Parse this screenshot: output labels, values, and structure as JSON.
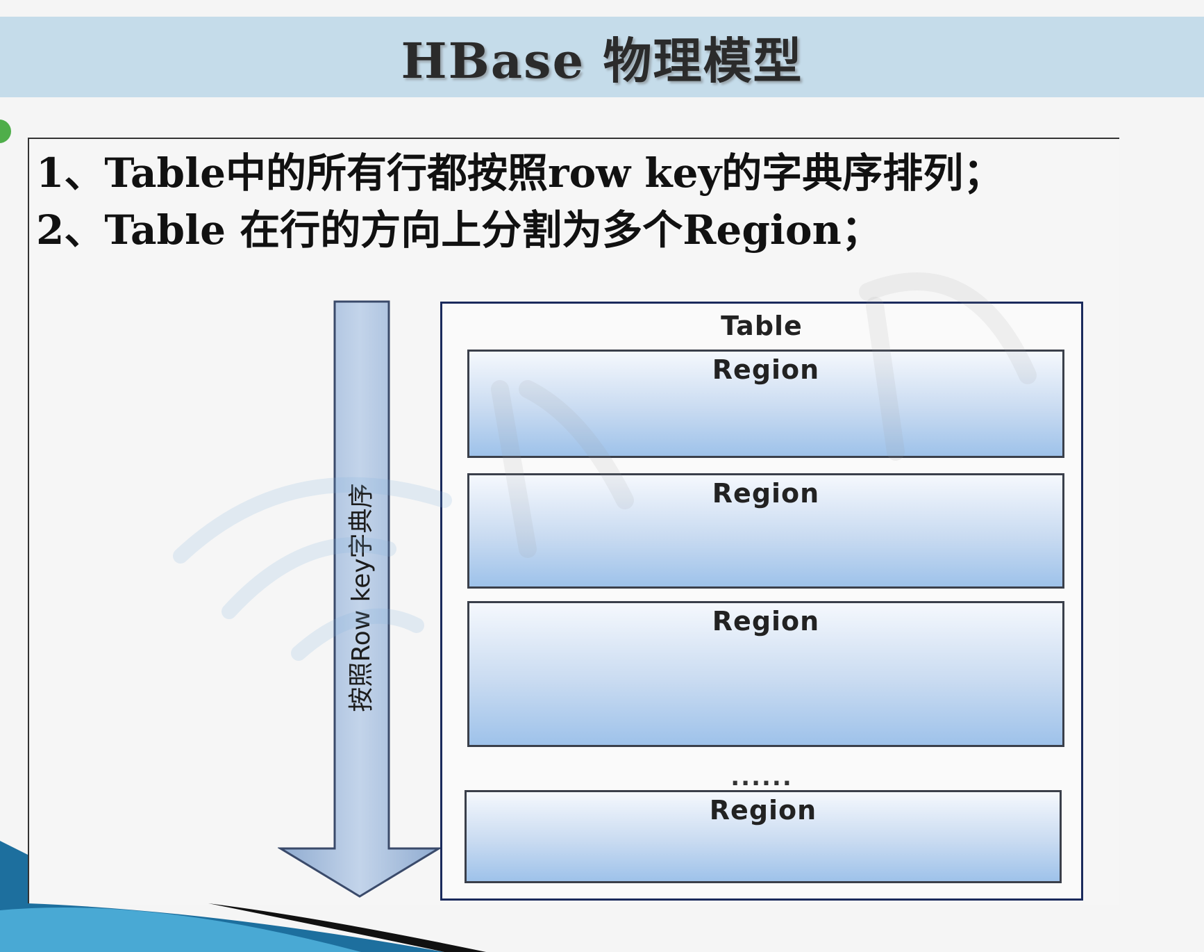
{
  "header": {
    "title": "HBase 物理模型"
  },
  "points": [
    "1、Table中的所有行都按照row key的字典序排列；",
    "2、Table 在行的方向上分割为多个Region；"
  ],
  "diagram": {
    "arrow_label": "按照Row key字典序",
    "table_label": "Table",
    "regions": [
      "Region",
      "Region",
      "Region",
      "Region"
    ],
    "ellipsis": "......"
  },
  "colors": {
    "title_band": "#c5dcea",
    "region_top": "#f5f8fd",
    "region_bottom": "#9ec2ea",
    "arrow_fill": "#a9c0de",
    "table_border": "#1a2a5c"
  }
}
